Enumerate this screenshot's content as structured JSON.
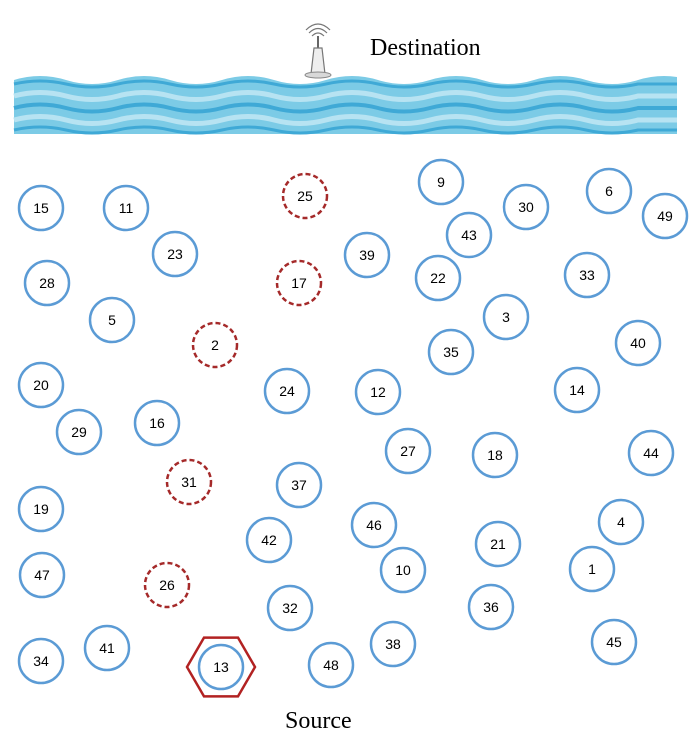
{
  "destination_label": "Destination",
  "source_label": "Source",
  "colors": {
    "node_stroke": "#5b9bd5",
    "malicious_stroke": "#a52a2a",
    "source_stroke": "#b22222",
    "water_light": "#b7e3f2",
    "water_mid": "#7ccbe6",
    "water_dark": "#3fa9d6"
  },
  "icons": {
    "destination": "antenna-tower-icon",
    "water": "water-waves-icon"
  },
  "nodes": [
    {
      "id": "15",
      "kind": "normal"
    },
    {
      "id": "11",
      "kind": "normal"
    },
    {
      "id": "25",
      "kind": "malicious"
    },
    {
      "id": "9",
      "kind": "normal"
    },
    {
      "id": "30",
      "kind": "normal"
    },
    {
      "id": "6",
      "kind": "normal"
    },
    {
      "id": "49",
      "kind": "normal"
    },
    {
      "id": "43",
      "kind": "normal"
    },
    {
      "id": "23",
      "kind": "normal"
    },
    {
      "id": "39",
      "kind": "normal"
    },
    {
      "id": "28",
      "kind": "normal"
    },
    {
      "id": "17",
      "kind": "malicious"
    },
    {
      "id": "22",
      "kind": "normal"
    },
    {
      "id": "33",
      "kind": "normal"
    },
    {
      "id": "5",
      "kind": "normal"
    },
    {
      "id": "3",
      "kind": "normal"
    },
    {
      "id": "2",
      "kind": "malicious"
    },
    {
      "id": "35",
      "kind": "normal"
    },
    {
      "id": "40",
      "kind": "normal"
    },
    {
      "id": "20",
      "kind": "normal"
    },
    {
      "id": "24",
      "kind": "normal"
    },
    {
      "id": "12",
      "kind": "normal"
    },
    {
      "id": "14",
      "kind": "normal"
    },
    {
      "id": "29",
      "kind": "normal"
    },
    {
      "id": "16",
      "kind": "normal"
    },
    {
      "id": "27",
      "kind": "normal"
    },
    {
      "id": "18",
      "kind": "normal"
    },
    {
      "id": "44",
      "kind": "normal"
    },
    {
      "id": "31",
      "kind": "malicious"
    },
    {
      "id": "37",
      "kind": "normal"
    },
    {
      "id": "19",
      "kind": "normal"
    },
    {
      "id": "46",
      "kind": "normal"
    },
    {
      "id": "4",
      "kind": "normal"
    },
    {
      "id": "42",
      "kind": "normal"
    },
    {
      "id": "21",
      "kind": "normal"
    },
    {
      "id": "47",
      "kind": "normal"
    },
    {
      "id": "10",
      "kind": "normal"
    },
    {
      "id": "1",
      "kind": "normal"
    },
    {
      "id": "26",
      "kind": "malicious"
    },
    {
      "id": "32",
      "kind": "normal"
    },
    {
      "id": "36",
      "kind": "normal"
    },
    {
      "id": "38",
      "kind": "normal"
    },
    {
      "id": "45",
      "kind": "normal"
    },
    {
      "id": "41",
      "kind": "normal"
    },
    {
      "id": "34",
      "kind": "normal"
    },
    {
      "id": "13",
      "kind": "source"
    },
    {
      "id": "48",
      "kind": "normal"
    }
  ]
}
